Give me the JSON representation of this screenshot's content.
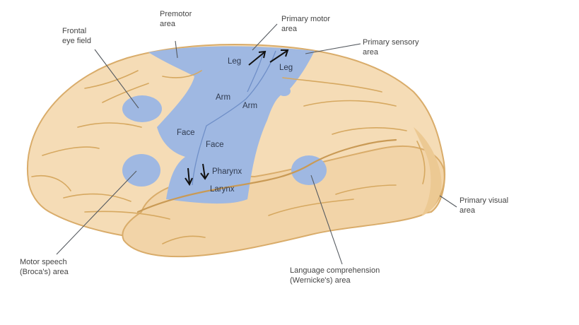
{
  "figure": {
    "subject": "Lateral view of the cerebral cortex: functional areas",
    "colors": {
      "cortex": "#f5dcb6",
      "cortex_outline": "#d9ac6a",
      "functional_area": "#9fb8e2",
      "label_text": "#444444",
      "leader_line": "#555a60"
    },
    "labels": {
      "premotor": [
        "Premotor",
        "area"
      ],
      "frontal_eye": [
        "Frontal",
        "eye field"
      ],
      "primary_motor": [
        "Primary motor",
        "area"
      ],
      "primary_sensory": [
        "Primary sensory",
        "area"
      ],
      "primary_visual": [
        "Primary visual",
        "area"
      ],
      "broca": [
        "Motor speech",
        "(Broca's) area"
      ],
      "wernicke": [
        "Language comprehension",
        "(Wernicke's) area"
      ]
    },
    "somatotopy": {
      "motor_leg": "Leg",
      "sensory_leg": "Leg",
      "motor_arm": "Arm",
      "sensory_arm": "Arm",
      "motor_face": "Face",
      "sensory_face": "Face",
      "pharynx": "Pharynx",
      "larynx": "Larynx"
    }
  }
}
